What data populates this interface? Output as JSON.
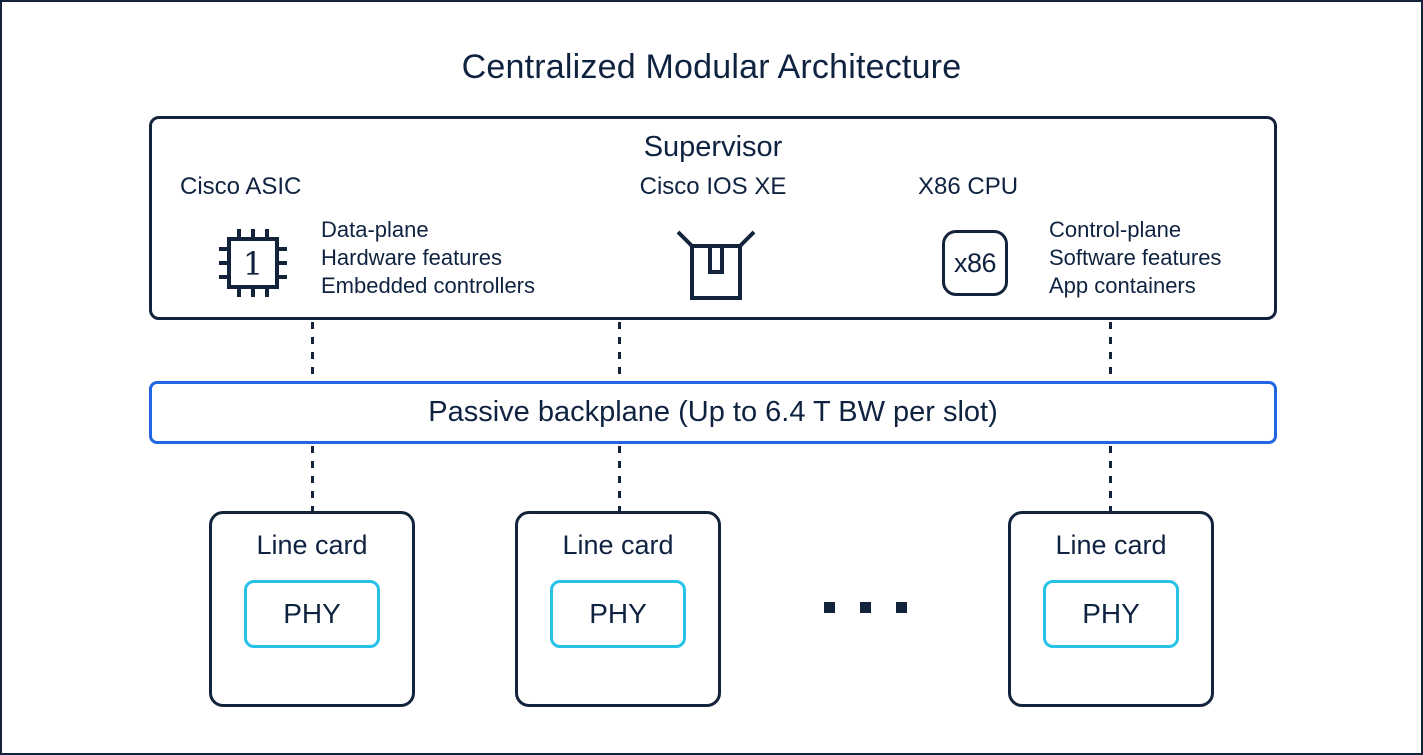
{
  "title": "Centralized Modular Architecture",
  "colors": {
    "ink_navy": "#13233c",
    "backplane_blue": "#2166e2",
    "phy_cyan": "#27c2e8",
    "background": "#ffffff"
  },
  "supervisor": {
    "title": "Supervisor",
    "components": [
      {
        "name": "Cisco ASIC",
        "icon": "asic-chip-icon",
        "icon_label": "1",
        "features": [
          "Data-plane",
          "Hardware features",
          "Embedded controllers"
        ]
      },
      {
        "name": "Cisco IOS XE",
        "icon": "open-box-icon",
        "features": []
      },
      {
        "name": "X86 CPU",
        "icon": "x86-chip-icon",
        "icon_label": "x86",
        "features": [
          "Control-plane",
          "Software features",
          "App containers"
        ]
      }
    ]
  },
  "backplane": {
    "label": "Passive backplane (Up to 6.4 T BW per slot)"
  },
  "line_cards": [
    {
      "title": "Line card",
      "chip_label": "PHY"
    },
    {
      "title": "Line card",
      "chip_label": "PHY"
    },
    {
      "title": "Line card",
      "chip_label": "PHY"
    }
  ],
  "more_cards_indicator": {
    "type": "square-dots",
    "count": 3
  }
}
